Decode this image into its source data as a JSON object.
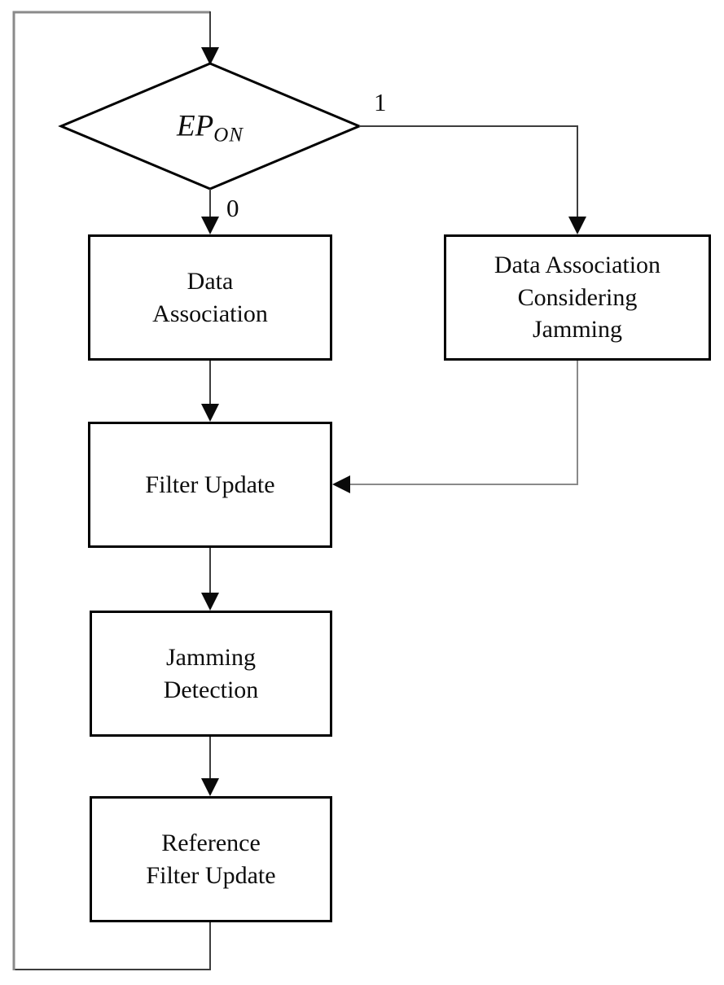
{
  "diagram": {
    "decision": {
      "base": "EP",
      "subscript": "ON"
    },
    "branches": {
      "one": "1",
      "zero": "0"
    },
    "boxes": {
      "data_association": {
        "lines": [
          "Data",
          "Association"
        ]
      },
      "data_association_considering_jamming": {
        "lines": [
          "Data Association",
          "Considering",
          "Jamming"
        ]
      },
      "filter_update": {
        "lines": [
          "Filter Update"
        ]
      },
      "jamming_detection": {
        "lines": [
          "Jamming",
          "Detection"
        ]
      },
      "reference_filter_update": {
        "lines": [
          "Reference",
          "Filter Update"
        ]
      }
    },
    "colors": {
      "node_border": "#000000",
      "node_fill": "#ffffff",
      "connector_dark": "#3d3d3d",
      "connector_gray": "#8a8a8a",
      "arrowhead": "#0a0a0a"
    }
  }
}
